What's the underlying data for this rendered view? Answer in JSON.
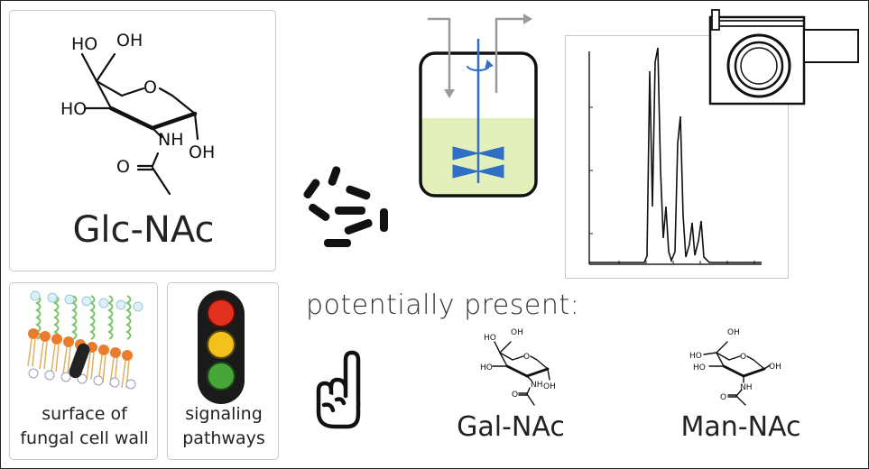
{
  "glcnac": {
    "name": "Glc-NAc",
    "atoms": {
      "ho_top": "HO",
      "oh_top": "OH",
      "ring_o": "O",
      "ho_mid": "HO",
      "nh": "NH",
      "oh_right": "OH",
      "carbonyl_o": "O"
    }
  },
  "galnac": {
    "name": "Gal-NAc",
    "atoms": {
      "ho_top": "HO",
      "oh_top": "OH",
      "ring_o": "O",
      "ho_mid": "HO",
      "nh": "NH",
      "oh_right": "OH",
      "carbonyl_o": "O"
    }
  },
  "mannac": {
    "name": "Man-NAc",
    "atoms": {
      "ho_top": "HO",
      "oh_top": "OH",
      "ring_o": "O",
      "ho_mid": "HO",
      "nh": "NH",
      "oh_right": "OH",
      "carbonyl_o": "O"
    }
  },
  "fungal": {
    "line1": "surface of",
    "line2": "fungal cell wall"
  },
  "signaling": {
    "line1": "signaling",
    "line2": "pathways"
  },
  "potential_text": "potentially present:",
  "colors": {
    "medium": "#e3f0bb",
    "impeller": "#2f6fc4",
    "traffic_red": "#e2301f",
    "traffic_yellow": "#f2c11c",
    "traffic_green": "#48a53a",
    "lipid_orange": "#ea7c2c",
    "helix_green": "#7cc46a"
  },
  "icons": [
    "bacteria-icon",
    "bioreactor-icon",
    "chromatogram-icon",
    "hplc-detector-icon",
    "traffic-light-icon",
    "pointing-hand-icon",
    "cell-membrane-icon"
  ]
}
